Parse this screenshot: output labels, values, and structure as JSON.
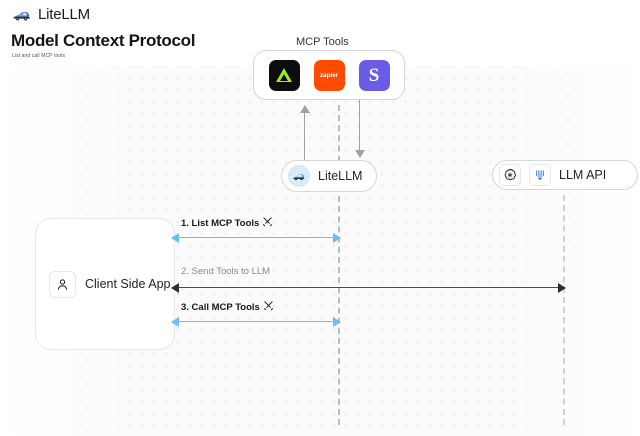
{
  "header": {
    "brand": "LiteLLM",
    "brand_icon": "litellm-car-icon",
    "title": "Model Context Protocol",
    "subtitle": "List and call MCP tools"
  },
  "diagram": {
    "mcp_tools": {
      "title": "MCP Tools",
      "items": [
        {
          "name": "dark-triangle-tool-icon",
          "label": "",
          "bg": "#0d0d0f"
        },
        {
          "name": "zapier-tool-icon",
          "label": "zapier",
          "bg": "#ff4a00"
        },
        {
          "name": "slack-tool-icon",
          "label": "S",
          "bg": "#6b5ce7"
        }
      ]
    },
    "nodes": [
      {
        "id": "litellm",
        "label": "LiteLLM",
        "icon": "litellm-car-icon"
      },
      {
        "id": "llm_api",
        "label": "LLM API",
        "icons": [
          "openai-icon",
          "anthropic-icon"
        ]
      }
    ],
    "client": {
      "label": "Client Side App",
      "icon": "person-icon"
    },
    "messages": [
      {
        "id": "m1",
        "label": "1. List MCP Tools",
        "icon": "hammer-and-wrench-icon",
        "color": "#6cbdf0",
        "direction": "both"
      },
      {
        "id": "m2",
        "label": "2. Send Tools to LLM",
        "icon": "",
        "color": "#4a4d55",
        "direction": "both"
      },
      {
        "id": "m3",
        "label": "3. Call MCP Tools",
        "icon": "hammer-and-wrench-icon",
        "color": "#6cbdf0",
        "direction": "both"
      }
    ],
    "vertical_arrows": [
      {
        "id": "v1",
        "name": "litellm-to-mcp-arrow-up"
      },
      {
        "id": "v2",
        "name": "mcp-to-litellm-arrow-down"
      }
    ]
  }
}
